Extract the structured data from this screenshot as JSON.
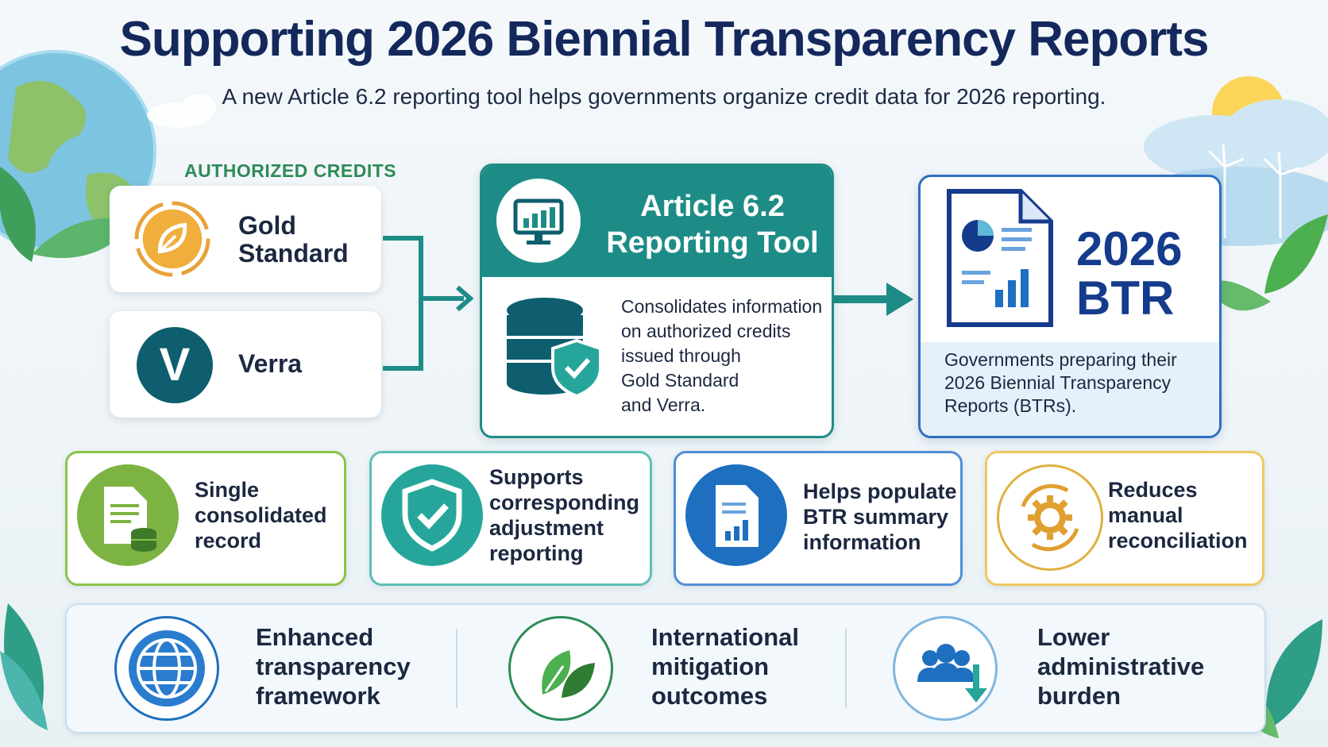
{
  "header": {
    "title": "Supporting 2026 Biennial Transparency Reports",
    "subtitle": "A new Article 6.2 reporting tool helps governments organize credit data for 2026 reporting."
  },
  "credits": {
    "label": "AUTHORIZED CREDITS",
    "items": [
      {
        "name_line1": "Gold",
        "name_line2": "Standard",
        "icon": "leaf-badge-icon"
      },
      {
        "name": "Verra",
        "icon_letter": "V"
      }
    ]
  },
  "tool": {
    "title_line1": "Article 6.2",
    "title_line2": "Reporting Tool",
    "desc_lines": [
      "Consolidates information",
      "on authorized credits",
      "issued through",
      "Gold Standard",
      "and Verra."
    ]
  },
  "btr": {
    "big_line1": "2026",
    "big_line2": "BTR",
    "desc_lines": [
      "Governments preparing their",
      "2026 Biennial Transparency",
      "Reports (BTRs)."
    ]
  },
  "features": [
    {
      "lines": [
        "Single",
        "consolidated",
        "record"
      ],
      "icon": "document-database-icon",
      "color": "#7cb342"
    },
    {
      "lines": [
        "Supports",
        "corresponding",
        "adjustment",
        "reporting"
      ],
      "icon": "shield-check-icon",
      "color": "#26a69a"
    },
    {
      "lines": [
        "Helps populate",
        "BTR summary",
        "information"
      ],
      "icon": "report-chart-icon",
      "color": "#1e6fc0"
    },
    {
      "lines": [
        "Reduces",
        "manual",
        "reconciliation"
      ],
      "icon": "gear-cycle-icon",
      "color": "#e0b040"
    }
  ],
  "outcomes": [
    {
      "lines": [
        "Enhanced",
        "transparency",
        "framework"
      ],
      "icon": "globe-icon"
    },
    {
      "lines": [
        "International",
        "mitigation",
        "outcomes"
      ],
      "icon": "leaves-icon"
    },
    {
      "lines": [
        "Lower",
        "administrative",
        "burden"
      ],
      "icon": "people-down-arrow-icon"
    }
  ],
  "colors": {
    "title": "#14285c",
    "teal": "#1e8c86",
    "blue": "#2e6fbf",
    "green": "#2e8b57"
  }
}
